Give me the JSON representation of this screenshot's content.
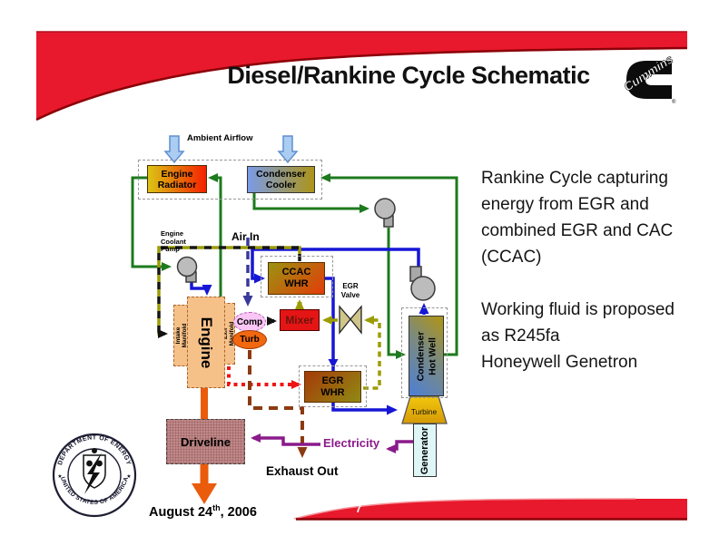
{
  "header": {
    "title": "Diesel/Rankine Cycle Schematic",
    "logo_text": "Cummins",
    "logo_reg": "®"
  },
  "notes": {
    "lines": [
      "Rankine Cycle capturing",
      "energy from EGR and",
      "combined EGR and CAC",
      "(CCAC)",
      "",
      "Working fluid is proposed",
      "as R245fa",
      "Honeywell Genetron"
    ]
  },
  "diagram": {
    "labels": {
      "ambient_airflow": "Ambient Airflow",
      "engine_coolant_pump": "Engine\nCoolant\nPump",
      "air_in": "Air In",
      "egr_valve": "EGR\nValve",
      "electricity": "Electricity",
      "exhaust_out": "Exhaust Out"
    },
    "boxes": {
      "engine_radiator": "Engine\nRadiator",
      "condenser_cooler": "Condenser\nCooler",
      "ccac_whr": "CCAC\nWHR",
      "mixer": "Mixer",
      "egr_whr": "EGR\nWHR",
      "engine": "Engine",
      "intake_manifold": "Intake Manifold",
      "exh_manifold": "Exh Manifold",
      "comp": "Comp",
      "turb": "Turb",
      "driveline": "Driveline",
      "condenser_hot_well": "Condenser\nHot Well",
      "turbine": "Turbine",
      "generator": "Generator"
    }
  },
  "footer": {
    "date_main": "August 24",
    "date_sup": "th",
    "date_rest": ", 2006",
    "page_number": "7"
  },
  "seal": {
    "top_text": "DEPARTMENT OF ENERGY",
    "bottom_text": "UNITED STATES OF AMERICA"
  },
  "colors": {
    "accent_red": "#E8192C",
    "dark_red_edge": "#8B0008",
    "coolant_green": "#1D7A1D",
    "working_fluid_blue": "#1616D6",
    "egr_olive": "#9C9C05",
    "exhaust_red": "#F01414",
    "exhaust_brown": "#8C3A12",
    "electricity_purple": "#8B1A8B",
    "shaft_orange": "#EA5B0C"
  }
}
